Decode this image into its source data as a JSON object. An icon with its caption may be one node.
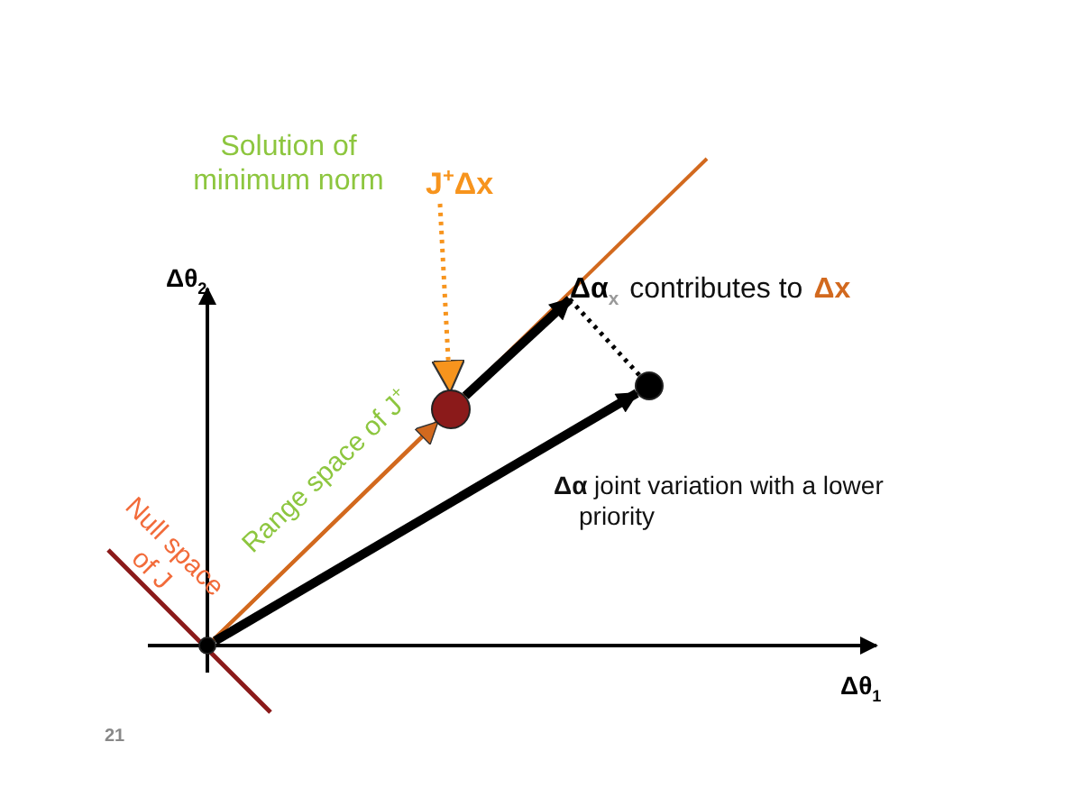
{
  "diagram": {
    "nodes": [
      {
        "text": [],
        "shape": "circle"
      },
      {
        "text": [],
        "shape": "circle"
      },
      {
        "text": [],
        "shape": "circle"
      },
      {
        "text": [
          "J$^{+}$Δx"
        ]
      },
      {
        "text": [
          "Δα$_{x}$",
          "contributes to",
          "Δx"
        ]
      }
    ],
    "edges": [
      {
        "from": 0,
        "to": 1,
        "arrow": "to",
        "color": "#d2691e"
      },
      {
        "from": 3,
        "to": 1,
        "arrow": "to",
        "style": "dashed",
        "color": "#f7941d"
      },
      {
        "from": 1,
        "to": 4,
        "arrow": "to",
        "style": "thick"
      },
      {
        "from": 0,
        "to": 2,
        "arrow": "to",
        "style": "thick"
      },
      {
        "from": 4,
        "to": 2,
        "arrow": "none",
        "style": "dashed"
      }
    ],
    "labels": [
      "Solution of minimum norm",
      "Δθ$_{2}$",
      "Range space of J$^{+}$",
      "Null space of J",
      "**Δα** joint variation with a lower priority",
      "Δθ$_{1}$",
      "21"
    ]
  }
}
